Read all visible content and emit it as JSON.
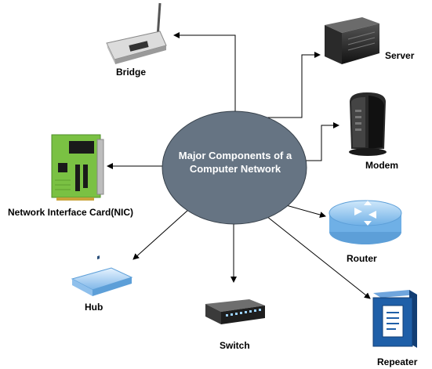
{
  "center": {
    "line1": "Major Components of a",
    "line2": "Computer Network"
  },
  "components": {
    "bridge": "Bridge",
    "server": "Server",
    "modem": "Modem",
    "nic": "Network Interface Card(NIC)",
    "router": "Router",
    "hub": "Hub",
    "switch": "Switch",
    "repeater": "Repeater"
  },
  "colors": {
    "center_fill": "#667483",
    "center_text": "#ffffff",
    "connector": "#000000",
    "nic_board": "#7ac143",
    "router_body": "#a9d4f5",
    "repeater_body": "#1f5fa8"
  },
  "icons": [
    "bridge-icon",
    "server-icon",
    "modem-icon",
    "nic-card-icon",
    "router-icon",
    "hub-icon",
    "switch-icon",
    "repeater-icon"
  ]
}
